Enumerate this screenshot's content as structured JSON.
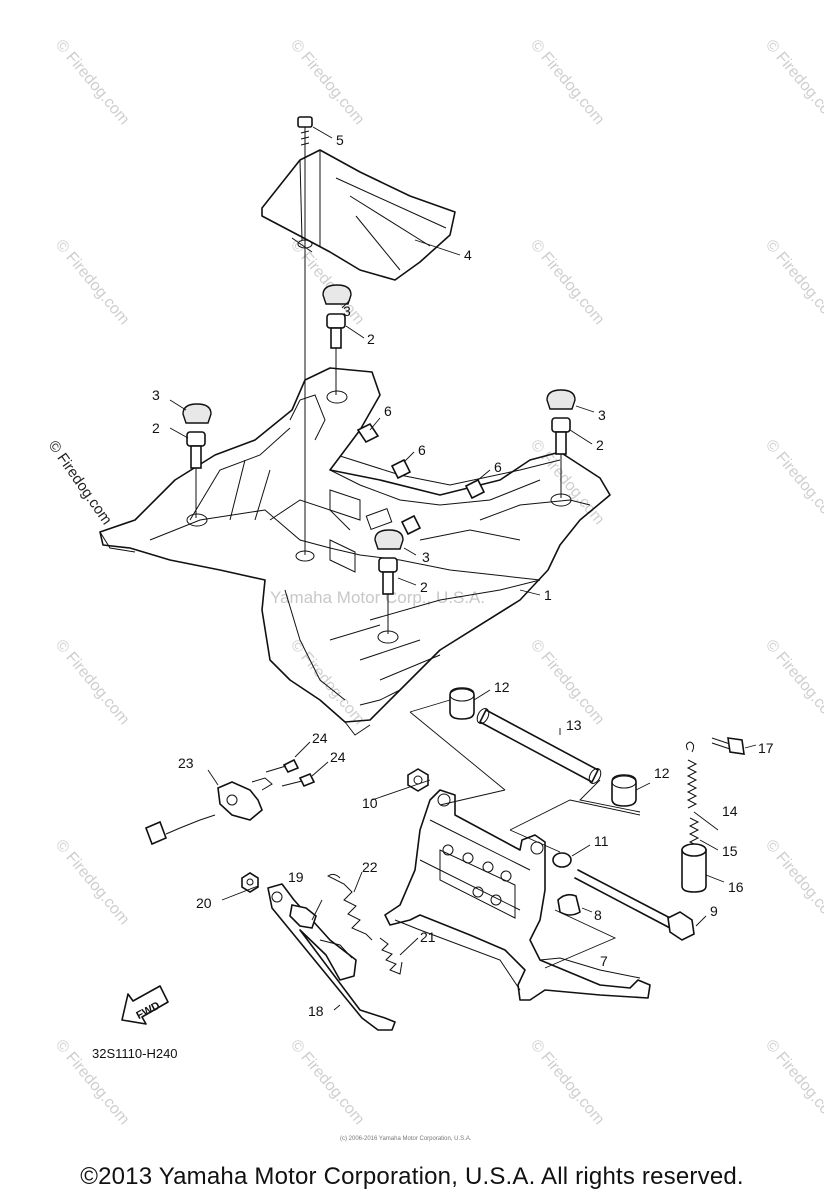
{
  "diagram": {
    "callouts": [
      "1",
      "2",
      "2",
      "2",
      "2",
      "3",
      "3",
      "3",
      "3",
      "4",
      "5",
      "6",
      "6",
      "6",
      "7",
      "8",
      "9",
      "10",
      "11",
      "12",
      "12",
      "13",
      "14",
      "15",
      "16",
      "17",
      "18",
      "19",
      "20",
      "21",
      "22",
      "23",
      "24",
      "24"
    ],
    "diagram_code": "32S1110-H240",
    "fwd_label": "FWD",
    "center_watermark": "Yamaha Motor Corp., U.S.A.",
    "side_watermark": "© Firedog.com",
    "repeat_watermark": "© Firedog.com",
    "tiny_print": "(c) 2006-2016 Yamaha Motor Corporation, U.S.A."
  },
  "footer": {
    "copyright": "©2013 Yamaha Motor Corporation, U.S.A. All rights reserved."
  }
}
